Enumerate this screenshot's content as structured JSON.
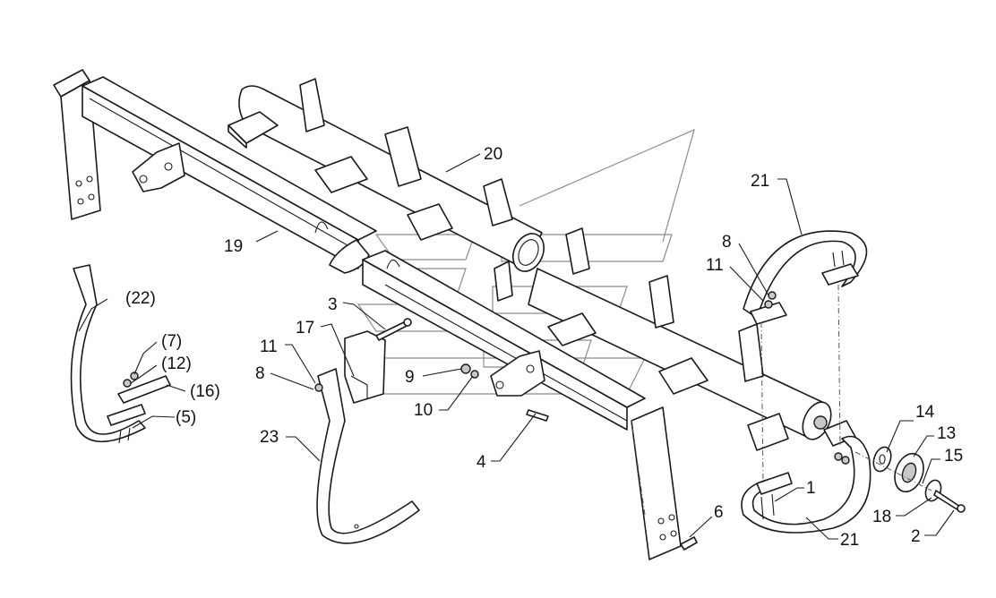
{
  "diagram": {
    "callouts": [
      {
        "id": "c20",
        "text": "20"
      },
      {
        "id": "c19",
        "text": "19"
      },
      {
        "id": "c21a",
        "text": "21"
      },
      {
        "id": "c8a",
        "text": "8"
      },
      {
        "id": "c11a",
        "text": "11"
      },
      {
        "id": "c22",
        "text": "(22)"
      },
      {
        "id": "c7",
        "text": "(7)"
      },
      {
        "id": "c12",
        "text": "(12)"
      },
      {
        "id": "c16",
        "text": "(16)"
      },
      {
        "id": "c5",
        "text": "(5)"
      },
      {
        "id": "c3",
        "text": "3"
      },
      {
        "id": "c17",
        "text": "17"
      },
      {
        "id": "c11b",
        "text": "11"
      },
      {
        "id": "c8b",
        "text": "8"
      },
      {
        "id": "c9",
        "text": "9"
      },
      {
        "id": "c10",
        "text": "10"
      },
      {
        "id": "c4",
        "text": "4"
      },
      {
        "id": "c23",
        "text": "23"
      },
      {
        "id": "c6",
        "text": "6"
      },
      {
        "id": "c14",
        "text": "14"
      },
      {
        "id": "c13",
        "text": "13"
      },
      {
        "id": "c15",
        "text": "15"
      },
      {
        "id": "c1",
        "text": "1"
      },
      {
        "id": "c18",
        "text": "18"
      },
      {
        "id": "c21b",
        "text": "21"
      },
      {
        "id": "c2",
        "text": "2"
      }
    ]
  }
}
